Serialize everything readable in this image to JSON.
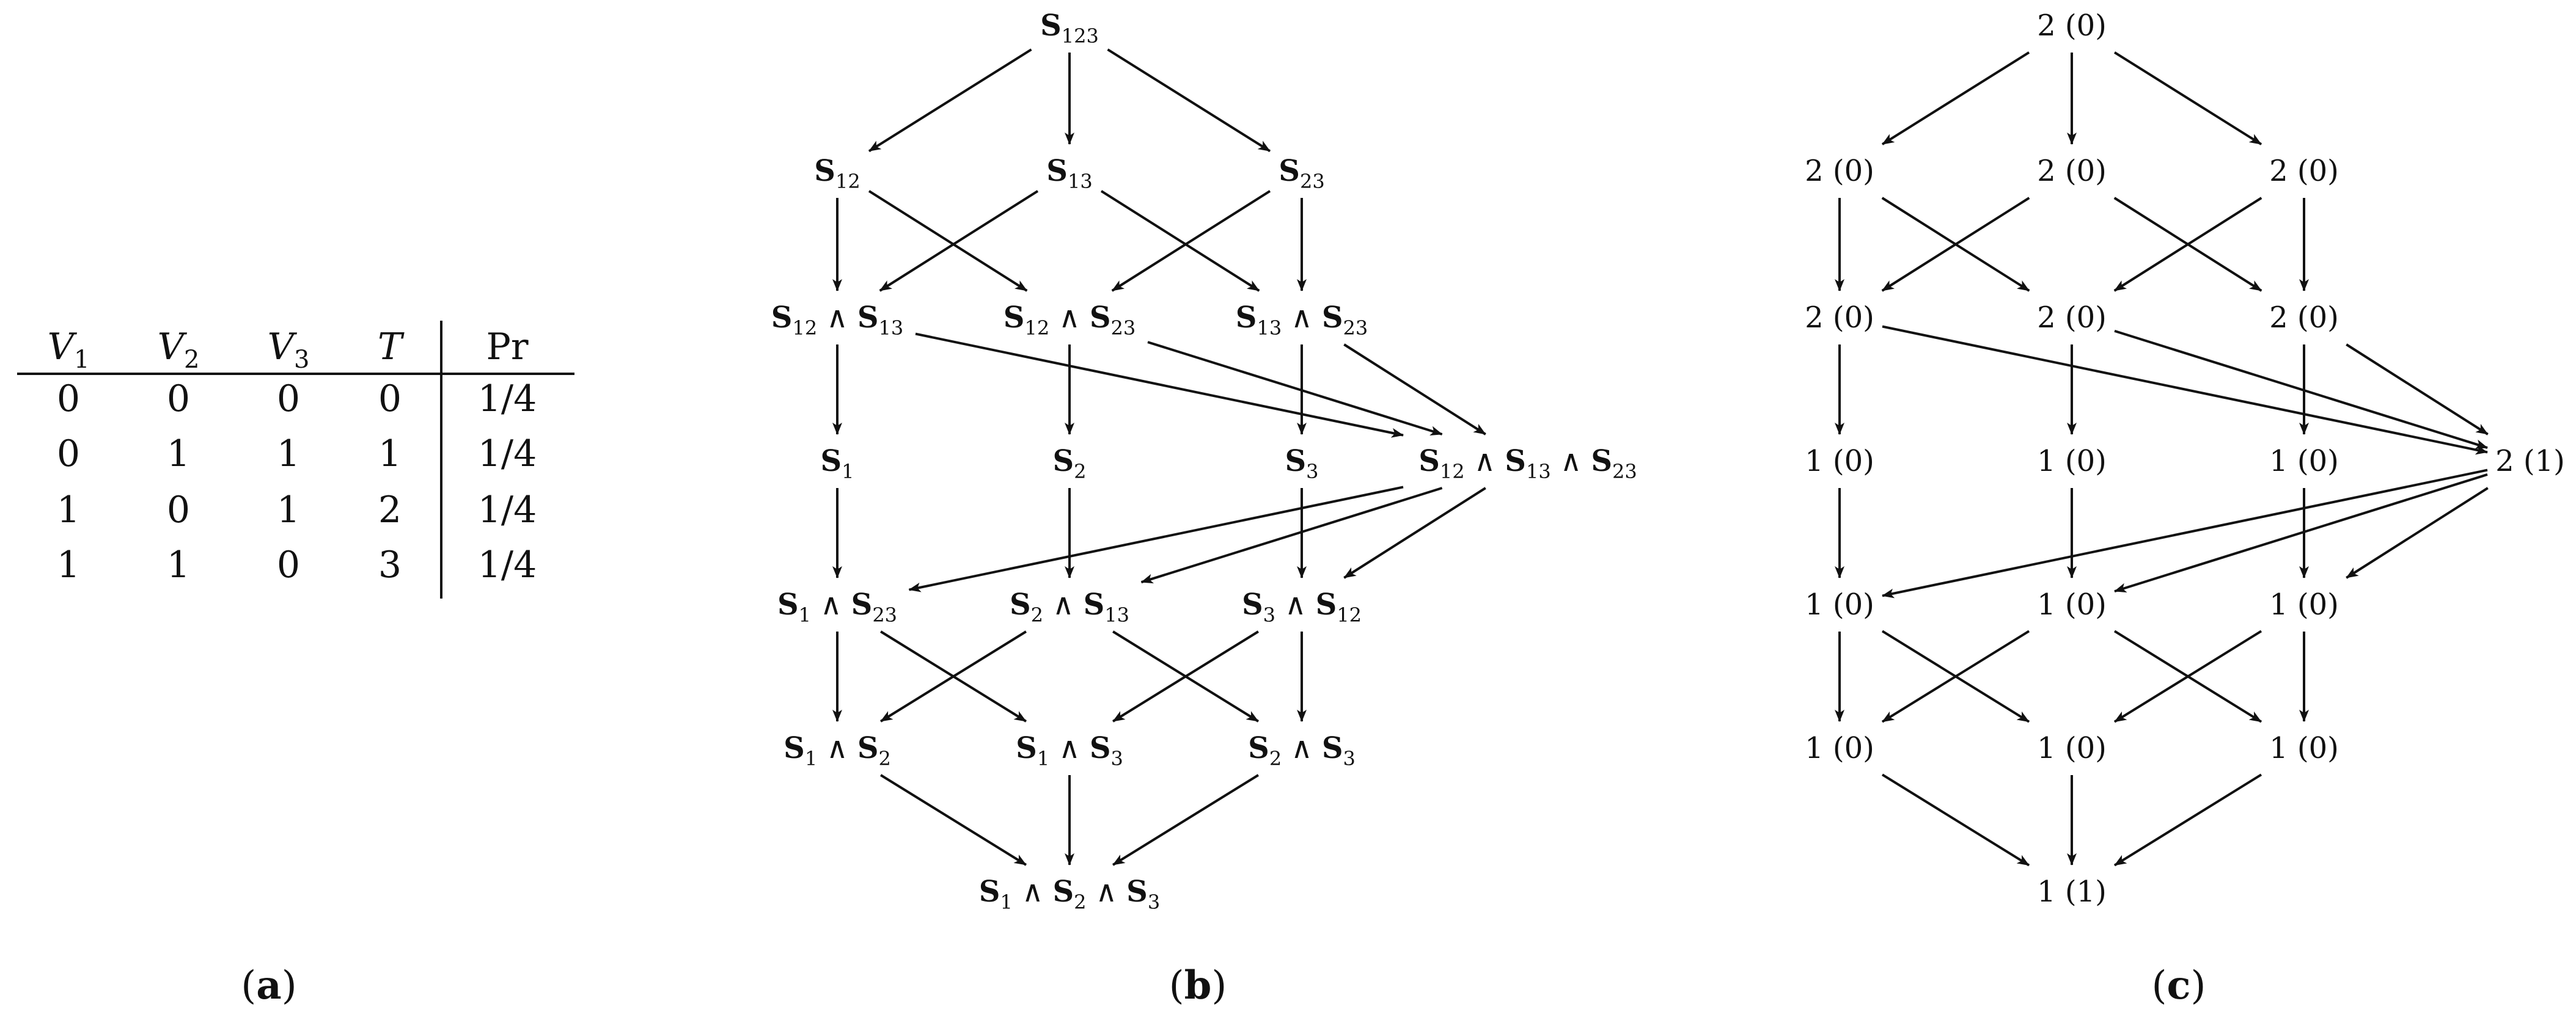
{
  "table": {
    "headers": [
      {
        "base": "V",
        "sub": "1",
        "italic": true
      },
      {
        "base": "V",
        "sub": "2",
        "italic": true
      },
      {
        "base": "V",
        "sub": "3",
        "italic": true
      },
      {
        "base": "T",
        "sub": "",
        "italic": true
      },
      {
        "base": "Pr",
        "sub": "",
        "italic": false
      }
    ],
    "rows": [
      [
        "0",
        "0",
        "0",
        "0",
        "1/4"
      ],
      [
        "0",
        "1",
        "1",
        "1",
        "1/4"
      ],
      [
        "1",
        "0",
        "1",
        "2",
        "1/4"
      ],
      [
        "1",
        "1",
        "0",
        "3",
        "1/4"
      ]
    ]
  },
  "lattice_b": {
    "nodes": [
      {
        "id": "n123",
        "terms": [
          "123"
        ]
      },
      {
        "id": "n12",
        "terms": [
          "12"
        ]
      },
      {
        "id": "n13",
        "terms": [
          "13"
        ]
      },
      {
        "id": "n23",
        "terms": [
          "23"
        ]
      },
      {
        "id": "n12_13",
        "terms": [
          "12",
          "13"
        ]
      },
      {
        "id": "n12_23",
        "terms": [
          "12",
          "23"
        ]
      },
      {
        "id": "n13_23",
        "terms": [
          "13",
          "23"
        ]
      },
      {
        "id": "n1",
        "terms": [
          "1"
        ]
      },
      {
        "id": "n2",
        "terms": [
          "2"
        ]
      },
      {
        "id": "n3",
        "terms": [
          "3"
        ]
      },
      {
        "id": "nall",
        "terms": [
          "12",
          "13",
          "23"
        ]
      },
      {
        "id": "n1_23",
        "terms": [
          "1",
          "23"
        ]
      },
      {
        "id": "n2_13",
        "terms": [
          "2",
          "13"
        ]
      },
      {
        "id": "n3_12",
        "terms": [
          "3",
          "12"
        ]
      },
      {
        "id": "n1_2",
        "terms": [
          "1",
          "2"
        ]
      },
      {
        "id": "n1_3",
        "terms": [
          "1",
          "3"
        ]
      },
      {
        "id": "n2_3",
        "terms": [
          "2",
          "3"
        ]
      },
      {
        "id": "nbot",
        "terms": [
          "1",
          "2",
          "3"
        ]
      }
    ]
  },
  "lattice_c": {
    "values": {
      "n123": "2 (0)",
      "n12": "2 (0)",
      "n13": "2 (0)",
      "n23": "2 (0)",
      "n12_13": "2 (0)",
      "n12_23": "2 (0)",
      "n13_23": "2 (0)",
      "n1": "1 (0)",
      "n2": "1 (0)",
      "n3": "1 (0)",
      "nall": "2 (1)",
      "n1_23": "1 (0)",
      "n2_13": "1 (0)",
      "n3_12": "1 (0)",
      "n1_2": "1 (0)",
      "n1_3": "1 (0)",
      "n2_3": "1 (0)",
      "nbot": "1 (1)"
    }
  },
  "edges": [
    [
      "n123",
      "n12"
    ],
    [
      "n123",
      "n13"
    ],
    [
      "n123",
      "n23"
    ],
    [
      "n12",
      "n12_13"
    ],
    [
      "n12",
      "n12_23"
    ],
    [
      "n13",
      "n12_13"
    ],
    [
      "n13",
      "n13_23"
    ],
    [
      "n23",
      "n12_23"
    ],
    [
      "n23",
      "n13_23"
    ],
    [
      "n12_13",
      "n1"
    ],
    [
      "n12_23",
      "n2"
    ],
    [
      "n13_23",
      "n3"
    ],
    [
      "n12_13",
      "nall"
    ],
    [
      "n12_23",
      "nall"
    ],
    [
      "n13_23",
      "nall"
    ],
    [
      "n1",
      "n1_23"
    ],
    [
      "n2",
      "n2_13"
    ],
    [
      "n3",
      "n3_12"
    ],
    [
      "nall",
      "n1_23"
    ],
    [
      "nall",
      "n2_13"
    ],
    [
      "nall",
      "n3_12"
    ],
    [
      "n1_23",
      "n1_2"
    ],
    [
      "n1_23",
      "n1_3"
    ],
    [
      "n2_13",
      "n1_2"
    ],
    [
      "n2_13",
      "n2_3"
    ],
    [
      "n3_12",
      "n1_3"
    ],
    [
      "n3_12",
      "n2_3"
    ],
    [
      "n1_2",
      "nbot"
    ],
    [
      "n1_3",
      "nbot"
    ],
    [
      "n2_3",
      "nbot"
    ]
  ],
  "panel_labels": {
    "a": "a",
    "b": "b",
    "c": "c"
  }
}
